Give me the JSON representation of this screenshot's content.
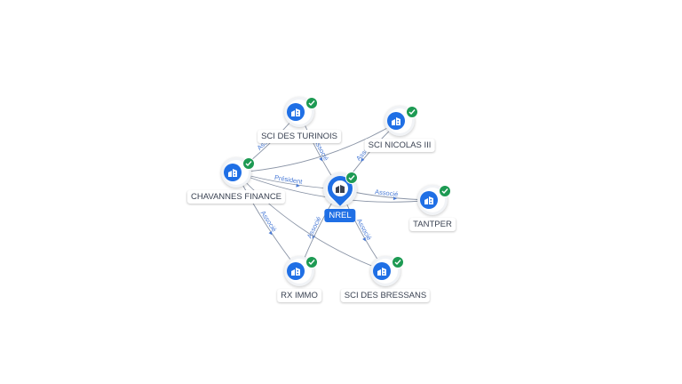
{
  "center": {
    "name": "NREL",
    "icon": "building-pin-icon"
  },
  "nodes": [
    {
      "id": "turinois",
      "label": "SCI DES TURINOIS",
      "icon": "building-icon",
      "verified": true
    },
    {
      "id": "nicolas",
      "label": "SCI NICOLAS III",
      "icon": "building-icon",
      "verified": true
    },
    {
      "id": "chavannes",
      "label": "CHAVANNES FINANCE",
      "icon": "building-icon",
      "verified": true
    },
    {
      "id": "tantper",
      "label": "TANTPER",
      "icon": "building-icon",
      "verified": true
    },
    {
      "id": "rximmo",
      "label": "RX IMMO",
      "icon": "building-icon",
      "verified": true
    },
    {
      "id": "bressans",
      "label": "SCI DES BRESSANS",
      "icon": "building-icon",
      "verified": true
    }
  ],
  "edges": [
    {
      "from": "turinois",
      "to": "center",
      "label": "Associé"
    },
    {
      "from": "nicolas",
      "to": "center",
      "label": "Associé"
    },
    {
      "from": "chavannes",
      "to": "center",
      "label": "Président"
    },
    {
      "from": "center",
      "to": "tantper",
      "label": "Associé"
    },
    {
      "from": "center",
      "to": "rximmo",
      "label": "Associé"
    },
    {
      "from": "center",
      "to": "bressans",
      "label": "Associé"
    },
    {
      "from": "chavannes",
      "to": "turinois",
      "label": "Associé"
    },
    {
      "from": "chavannes",
      "to": "nicolas",
      "label": ""
    },
    {
      "from": "chavannes",
      "to": "tantper",
      "label": ""
    },
    {
      "from": "chavannes",
      "to": "rximmo",
      "label": "Associé"
    },
    {
      "from": "chavannes",
      "to": "bressans",
      "label": ""
    }
  ],
  "colors": {
    "accent": "#1f6fe5",
    "verified": "#1d9a53",
    "edge": "#8a94a6",
    "edge_label": "#4a7bd6"
  }
}
